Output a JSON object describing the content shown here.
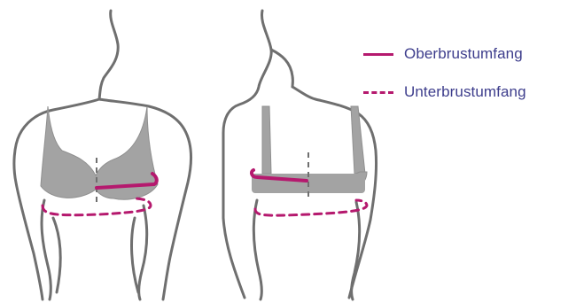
{
  "legend": {
    "items": [
      {
        "label": "Oberbrustumfang",
        "style": "solid"
      },
      {
        "label": "Unterbrustumfang",
        "style": "dashed"
      }
    ]
  },
  "colors": {
    "outline": "#6f6f6f",
    "bra_fill": "#a3a3a3",
    "measure": "#b5196e",
    "legend_text": "#3d3d8c",
    "center_line": "#6f6f6f"
  }
}
